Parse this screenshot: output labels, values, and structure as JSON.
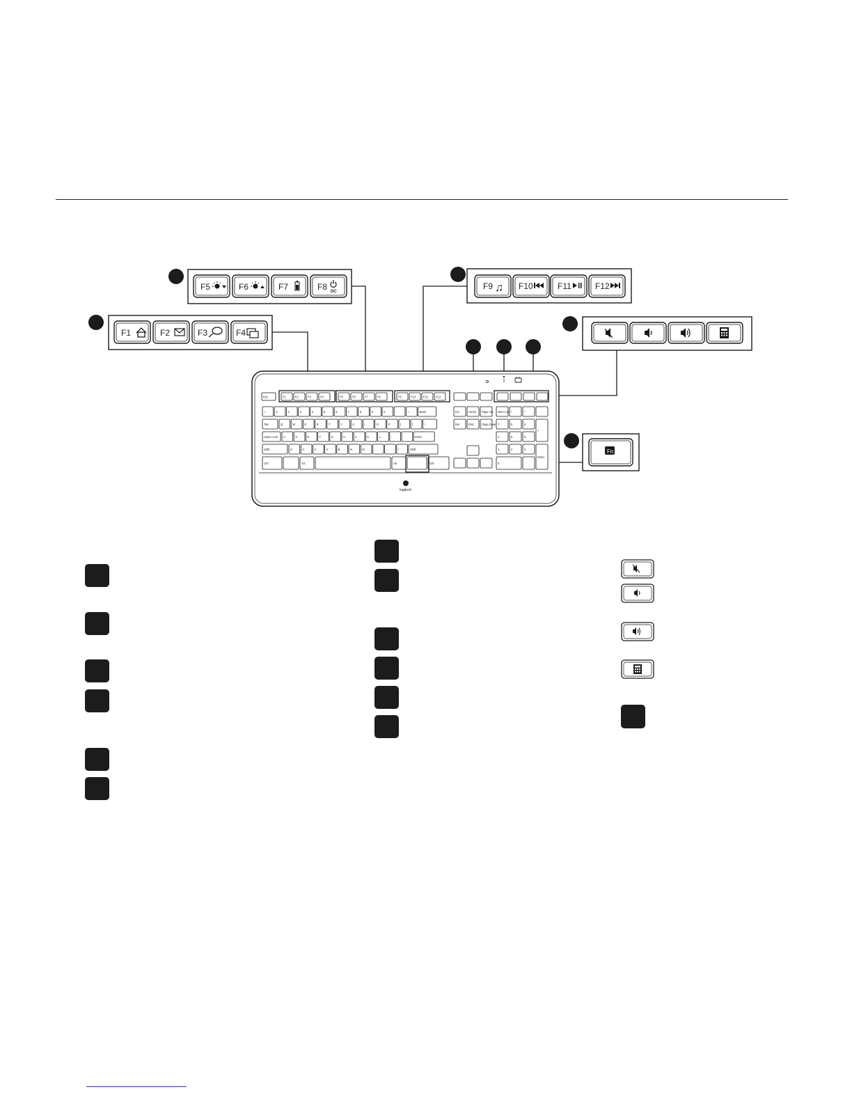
{
  "colors": {
    "ink": "#1a1a1a",
    "badge": "#1c1c1c",
    "link_line": "#2a2ad0"
  },
  "callouts": {
    "fkeys_1_4": [
      "F1",
      "F2",
      "F3",
      "F4"
    ],
    "fkeys_5_8": [
      "F5",
      "F6",
      "F7",
      "F8"
    ],
    "f8_sub": "DC",
    "fkeys_9_12": [
      "F9",
      "F10",
      "F11",
      "F12"
    ],
    "fn_key": "Fn",
    "media_icons": [
      "mute-icon",
      "volume-down-icon",
      "volume-up-icon",
      "calculator-icon"
    ]
  },
  "keyboard": {
    "fn_row": [
      "Esc",
      "F1",
      "F2",
      "F3",
      "F4",
      "F5",
      "F6",
      "F7",
      "F8",
      "F9",
      "F10",
      "F11",
      "F12"
    ],
    "rows": [
      [
        "~",
        "1",
        "2",
        "3",
        "4",
        "5",
        "6",
        "7",
        "8",
        "9",
        "0",
        "-",
        "=",
        "Back"
      ],
      [
        "Tab",
        "Q",
        "W",
        "E",
        "R",
        "T",
        "Y",
        "U",
        "I",
        "O",
        "P",
        "[",
        "]",
        "\\"
      ],
      [
        "Caps Lock",
        "A",
        "S",
        "D",
        "F",
        "G",
        "H",
        "J",
        "K",
        "L",
        ";",
        "'",
        "Enter"
      ],
      [
        "Shift",
        "Z",
        "X",
        "C",
        "V",
        "B",
        "N",
        "M",
        ",",
        ".",
        "/",
        "Shift"
      ],
      [
        "Ctrl",
        "",
        "Alt",
        "",
        "Alt",
        "",
        "Ctrl"
      ]
    ],
    "nav": [
      "Ins",
      "Home",
      "Page Up",
      "Del",
      "End",
      "Page Down"
    ],
    "numpad": [
      [
        "Num Lock",
        "/",
        "*",
        "-"
      ],
      [
        "7",
        "8",
        "9",
        "+"
      ],
      [
        "4",
        "5",
        "6"
      ],
      [
        "1",
        "2",
        "3",
        "Enter"
      ],
      [
        "0",
        "."
      ]
    ],
    "logo": "logitech"
  }
}
